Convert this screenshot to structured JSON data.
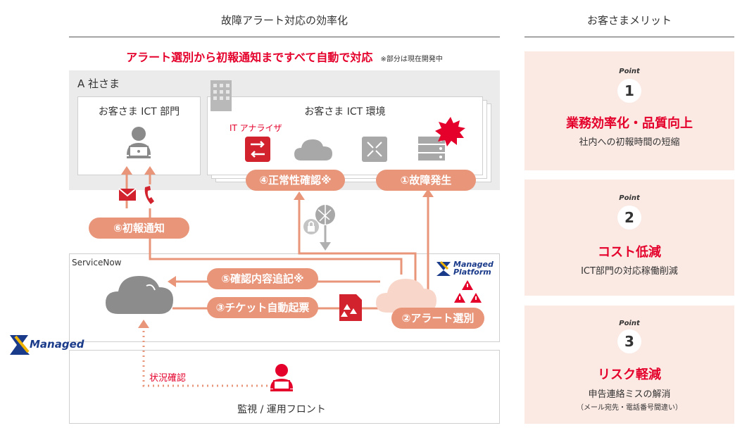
{
  "headers": {
    "left": "故障アラート対応の効率化",
    "right": "お客さまメリット"
  },
  "banner": {
    "main": "アラート選別から初報通知まですべて自動で対応",
    "note": "※部分は現在開発中"
  },
  "company": {
    "label": "A 社さま",
    "ict_dept": "お客さま ICT 部門",
    "ict_env": "お客さま ICT 環境",
    "analyzer_label": "IT アナライザ"
  },
  "steps": {
    "s1": "①故障発生",
    "s2": "②アラート選別",
    "s3": "③チケット自動起票",
    "s4": "④正常性確認※",
    "s5": "⑤確認内容追記※",
    "s6": "⑥初報通知"
  },
  "servicenow_label": "ServiceNow",
  "logos": {
    "managed_platform_line1": "Managed",
    "managed_platform_line2": "Platform",
    "managed": "Managed"
  },
  "status_check": "状況確認",
  "monitor_front": "監視 / 運用フロント",
  "points": [
    {
      "label": "Point",
      "number": "1",
      "title": "業務効率化・品質向上",
      "desc": "社内への初報時間の短縮",
      "sub": ""
    },
    {
      "label": "Point",
      "number": "2",
      "title": "コスト低減",
      "desc": "ICT部門の対応稼働削減",
      "sub": ""
    },
    {
      "label": "Point",
      "number": "3",
      "title": "リスク軽減",
      "desc": "申告連絡ミスの解消",
      "sub": "（メール宛先・電話番号間違い）"
    }
  ],
  "colors": {
    "accent_red": "#e4002b",
    "step_orange": "#e8957a",
    "point_bg": "#fbe9e3",
    "box_gray": "#ebebeb"
  }
}
